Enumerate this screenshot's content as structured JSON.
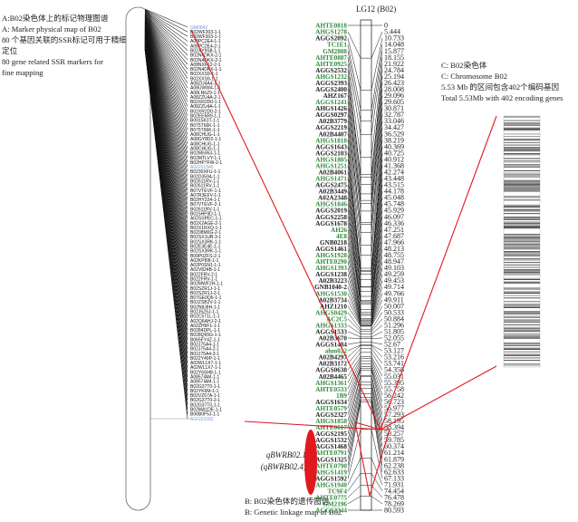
{
  "captions": {
    "a": [
      "A:B02染色体上的标记物理图谱",
      "A: Marker physical map  of B02",
      "80 个基因关联的SSR标记可用于精细定位",
      "80 gene related SSR markers for",
      "fine  mapping"
    ],
    "c": [
      "C: B02染色体",
      "C:   Chromosome B02",
      "5.53 Mb 的区间包含402个编码基因",
      "Total 5.53Mb with 402 encoding genes"
    ],
    "b": [
      "B: B02染色体的遗传图谱",
      "B:  Genetic linkage map of B02"
    ]
  },
  "qtl": [
    "qBWRB02.1",
    "(qBWRB02.4)"
  ],
  "colors": {
    "highlight_red": "#e0191e",
    "marker_green": "#2e8b3a",
    "marker_blue": "#6a9fd8",
    "line_black": "#111111"
  },
  "physical_markers": [
    {
      "name": "GM0842",
      "color": "blue"
    },
    {
      "name": "B02WF303-1-1"
    },
    {
      "name": "B02WF303-1-1"
    },
    {
      "name": "A08PC2E4-1-1"
    },
    {
      "name": "A08PC2E4-2-1"
    },
    {
      "name": "B02XY9S8-1-1"
    },
    {
      "name": "B02N4DKX-2-1"
    },
    {
      "name": "B02N4DKX-2-1"
    },
    {
      "name": "A08NXF12-2-1"
    },
    {
      "name": "B02N4DKX-1-1"
    },
    {
      "name": "B02XXS9-1-1"
    },
    {
      "name": "B02XXS9-1-1"
    },
    {
      "name": "A08ZU4A4-1-1"
    },
    {
      "name": "A08UWW4-1-1"
    },
    {
      "name": "A08LN6Z9-1-1"
    },
    {
      "name": "A08ZZU4A-2-1"
    },
    {
      "name": "B02XR2D0-1-1"
    },
    {
      "name": "A08ZZU4A-1-1"
    },
    {
      "name": "B02XR2D0-2-1"
    },
    {
      "name": "B02EE6R9-1-1"
    },
    {
      "name": "B0915K3T-1-1"
    },
    {
      "name": "B075T66K-1-1"
    },
    {
      "name": "B075T66K-1-1"
    },
    {
      "name": "A08CHUG-1-1"
    },
    {
      "name": "A08GY8D2-1-1"
    },
    {
      "name": "A08CHUG-1-1"
    },
    {
      "name": "A08CHUG-1-1"
    },
    {
      "name": "B02M5953-1-1"
    },
    {
      "name": "B02MTLVY-1-1"
    },
    {
      "name": "B02HP7FW-2-1"
    },
    {
      "name": "AGGS1340",
      "color": "blue"
    },
    {
      "name": "B0230XFU-1-1"
    },
    {
      "name": "B02D3594-1-1"
    },
    {
      "name": "B02611RV-1-1"
    },
    {
      "name": "B02611RV-1-1"
    },
    {
      "name": "B07VTEVF-1-1"
    },
    {
      "name": "A07R3EFV-1-1"
    },
    {
      "name": "B02HY224-1-1"
    },
    {
      "name": "B07VTEVF-2-1"
    },
    {
      "name": "B02611RV-1-1"
    },
    {
      "name": "B015HF9D-1-1"
    },
    {
      "name": "A02SSPEC-1-1"
    },
    {
      "name": "B02X2AGE-2-1"
    },
    {
      "name": "B02X1RXQ-1-1"
    },
    {
      "name": "B0208M0G-2-1"
    },
    {
      "name": "B02SX1UB-3-1"
    },
    {
      "name": "B02SX3RK-1-1"
    },
    {
      "name": "B02E3E4E-1-1"
    },
    {
      "name": "B02SX3RK-1-1"
    },
    {
      "name": "B09P0ZFS-2-1"
    },
    {
      "name": "A02KP8I8-1-1"
    },
    {
      "name": "A02P0SN1-1-1"
    },
    {
      "name": "A02V824B-1-1"
    },
    {
      "name": "B022FRV-2-1"
    },
    {
      "name": "B022FRV-1-1"
    },
    {
      "name": "B02MWF2H-1-1"
    },
    {
      "name": "B02SZR1J-1-1"
    },
    {
      "name": "B02SZR1J-2-1"
    },
    {
      "name": "B07GE0Q6-1-1"
    },
    {
      "name": "B02ZSB2V-1-1"
    },
    {
      "name": "B02N8J8H-1-1"
    },
    {
      "name": "B02J6Z6J-1-1"
    },
    {
      "name": "B02C571L-1-1"
    },
    {
      "name": "A02Q6AHJ-2-1"
    },
    {
      "name": "A02ZH9F1-1-1"
    },
    {
      "name": "B0284DPL-1-1"
    },
    {
      "name": "B028Q65G-1-1"
    },
    {
      "name": "B065FY4Z-1-1"
    },
    {
      "name": "B02J75A4-1-1"
    },
    {
      "name": "B02J75A4-2-1"
    },
    {
      "name": "B02J75A4-3-1"
    },
    {
      "name": "B022Y49P-1-1"
    },
    {
      "name": "A02WL1X7-1-1"
    },
    {
      "name": "A02WL1X7-1-1"
    },
    {
      "name": "B02Y6SH8-1-1"
    },
    {
      "name": "A0857IAM-1-1"
    },
    {
      "name": "A0857IAM-1-1"
    },
    {
      "name": "B02G37T0-1-1"
    },
    {
      "name": "B02YK6M-1-1"
    },
    {
      "name": "B02VZ67A-1-1"
    },
    {
      "name": "B02G37T0-2-1"
    },
    {
      "name": "B02G37T0-1-1"
    },
    {
      "name": "B02MA1DE-1-1"
    },
    {
      "name": "B06B0F5J-1-1"
    },
    {
      "name": "AGGS1592",
      "color": "blue"
    }
  ],
  "linkage": {
    "title": "LG12 (B02)",
    "markers": [
      {
        "name": "AHTE0818",
        "pos": "0",
        "color": "green"
      },
      {
        "name": "AHGS1278",
        "pos": "5.444",
        "color": "green"
      },
      {
        "name": "AGGS2092",
        "pos": "10.733"
      },
      {
        "name": "TC1E1",
        "pos": "14.048",
        "color": "green"
      },
      {
        "name": "GM2808",
        "pos": "15.877",
        "color": "green"
      },
      {
        "name": "AHTE0887",
        "pos": "18.155",
        "color": "green"
      },
      {
        "name": "AHTE0925",
        "pos": "21.922",
        "color": "green"
      },
      {
        "name": "AGGS2532",
        "pos": "24.784"
      },
      {
        "name": "AHGS1232",
        "pos": "25.194",
        "color": "green"
      },
      {
        "name": "AGGS2393",
        "pos": "26.423"
      },
      {
        "name": "AGGS2400",
        "pos": "28.008"
      },
      {
        "name": "AHZ167",
        "pos": "29.096"
      },
      {
        "name": "AGGS1241",
        "pos": "29.605",
        "color": "green"
      },
      {
        "name": "AHGS1426",
        "pos": "30.871"
      },
      {
        "name": "AGGS0297",
        "pos": "32.787"
      },
      {
        "name": "A02B3779",
        "pos": "33.046"
      },
      {
        "name": "AGGS2219",
        "pos": "34.427"
      },
      {
        "name": "A02B4407",
        "pos": "36.529"
      },
      {
        "name": "AHGS1818",
        "pos": "38.219",
        "color": "green"
      },
      {
        "name": "AGGS1643",
        "pos": "40.369"
      },
      {
        "name": "AGGS2103",
        "pos": "40.725"
      },
      {
        "name": "AHGS1805",
        "pos": "40.912",
        "color": "green"
      },
      {
        "name": "AHGS1251",
        "pos": "41.368",
        "color": "green"
      },
      {
        "name": "A02B4061",
        "pos": "42.274"
      },
      {
        "name": "AHGS1471",
        "pos": "43.448",
        "color": "green"
      },
      {
        "name": "AGGS2475",
        "pos": "43.515"
      },
      {
        "name": "A02B3449",
        "pos": "44.178"
      },
      {
        "name": "A02A2348",
        "pos": "45.048"
      },
      {
        "name": "AHGS1846",
        "pos": "45.748",
        "color": "green"
      },
      {
        "name": "AGGS2019",
        "pos": "45.929"
      },
      {
        "name": "AGGS2258",
        "pos": "46.097"
      },
      {
        "name": "AGGS1678",
        "pos": "46.336"
      },
      {
        "name": "AH26",
        "pos": "47.251",
        "color": "green"
      },
      {
        "name": "4E8",
        "pos": "47.687",
        "color": "green"
      },
      {
        "name": "GNB0218",
        "pos": "47.966"
      },
      {
        "name": "AGGS1461",
        "pos": "48.213"
      },
      {
        "name": "AHGS1928",
        "pos": "48.755",
        "color": "green"
      },
      {
        "name": "AHTE0290",
        "pos": "48.947",
        "color": "green"
      },
      {
        "name": "AHGS1393",
        "pos": "49.103",
        "color": "green"
      },
      {
        "name": "AGGS1238",
        "pos": "49.259"
      },
      {
        "name": "A02B3223",
        "pos": "49.453"
      },
      {
        "name": "GNB1040-2",
        "pos": "49.714"
      },
      {
        "name": "AHGS1530",
        "pos": "49.766",
        "color": "green"
      },
      {
        "name": "A02B3734",
        "pos": "49.911"
      },
      {
        "name": "AHZ1210",
        "pos": "50.007"
      },
      {
        "name": "AHGS0429",
        "pos": "50.533",
        "color": "green"
      },
      {
        "name": "AC2C5",
        "pos": "50.884",
        "color": "green"
      },
      {
        "name": "AHGS1333",
        "pos": "51.296",
        "color": "green"
      },
      {
        "name": "AGGS1533",
        "pos": "51.805"
      },
      {
        "name": "A02B3670",
        "pos": "52.055"
      },
      {
        "name": "AGGS1484",
        "pos": "52.67"
      },
      {
        "name": "ahm022",
        "pos": "53.127",
        "color": "green"
      },
      {
        "name": "A02B4297",
        "pos": "53.216"
      },
      {
        "name": "A02B3172",
        "pos": "53.741"
      },
      {
        "name": "AGGS0638",
        "pos": "54.358"
      },
      {
        "name": "A02B4465",
        "pos": "55.031"
      },
      {
        "name": "AHGS1361",
        "pos": "55.395",
        "color": "green"
      },
      {
        "name": "AHTE0533",
        "pos": "55.758",
        "color": "green"
      },
      {
        "name": "1B9",
        "pos": "56.242",
        "color": "green"
      },
      {
        "name": "AGGS1634",
        "pos": "56.723"
      },
      {
        "name": "AHTE0579",
        "pos": "56.977",
        "color": "green"
      },
      {
        "name": "AGGS2327",
        "pos": "57.293"
      },
      {
        "name": "AHGS1858",
        "pos": "58.195",
        "color": "green"
      },
      {
        "name": "AHTE0617",
        "pos": "58.394",
        "color": "green"
      },
      {
        "name": "AGGS2195",
        "pos": "59.257"
      },
      {
        "name": "AGGS1532",
        "pos": "59.785"
      },
      {
        "name": "AGGS1468",
        "pos": "60.374"
      },
      {
        "name": "AHTE0791",
        "pos": "61.214",
        "color": "green"
      },
      {
        "name": "AGGS1325",
        "pos": "61.879"
      },
      {
        "name": "AHTE0790",
        "pos": "62.238",
        "color": "green"
      },
      {
        "name": "AHGS1419",
        "pos": "62.633",
        "color": "green"
      },
      {
        "name": "AGGS1592",
        "pos": "67.133"
      },
      {
        "name": "AHGS1940",
        "pos": "71.931",
        "color": "green"
      },
      {
        "name": "TC9F4",
        "pos": "74.454",
        "color": "green"
      },
      {
        "name": "AHTE0775",
        "pos": "76.478",
        "color": "green"
      },
      {
        "name": "GM2196",
        "pos": "78.269",
        "color": "green"
      },
      {
        "name": "AGGS2344",
        "pos": "80.593",
        "color": "green"
      }
    ]
  }
}
